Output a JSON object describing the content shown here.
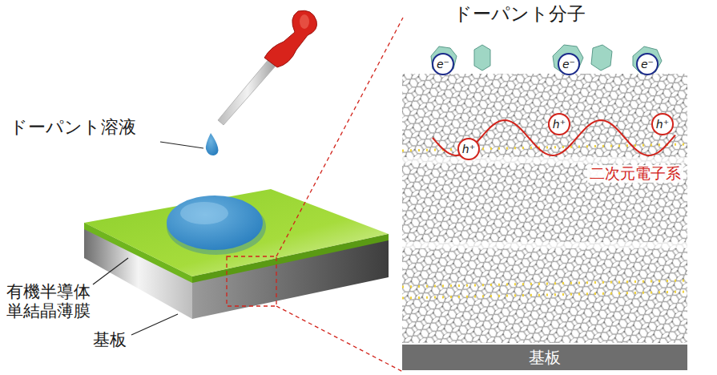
{
  "diagram": {
    "nodes": [
      {
        "text": [
          "e⁻"
        ]
      },
      {
        "text": [
          "e⁻"
        ]
      },
      {
        "text": [
          "e⁻"
        ]
      },
      {
        "text": [
          "h⁺"
        ]
      },
      {
        "text": [
          "h⁺"
        ]
      },
      {
        "text": [
          "h⁺"
        ]
      },
      {
        "text": [
          "基板"
        ]
      }
    ],
    "labels": [
      "ドーパント分子",
      "ドーパント溶液",
      "二次元電子系",
      "有機半導体 単結晶薄膜",
      "基板"
    ]
  }
}
